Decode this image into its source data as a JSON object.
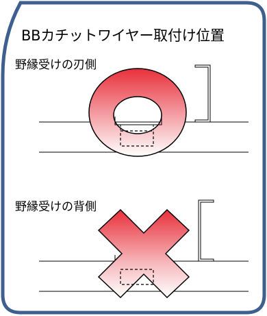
{
  "title": "BBカチットワイヤー取付け位置",
  "correct_label": "野縁受けの刃側",
  "wrong_label": "野縁受けの背側",
  "colors": {
    "frame": "#3f5f8f",
    "mark": "#e8303a",
    "outline": "#000000"
  }
}
